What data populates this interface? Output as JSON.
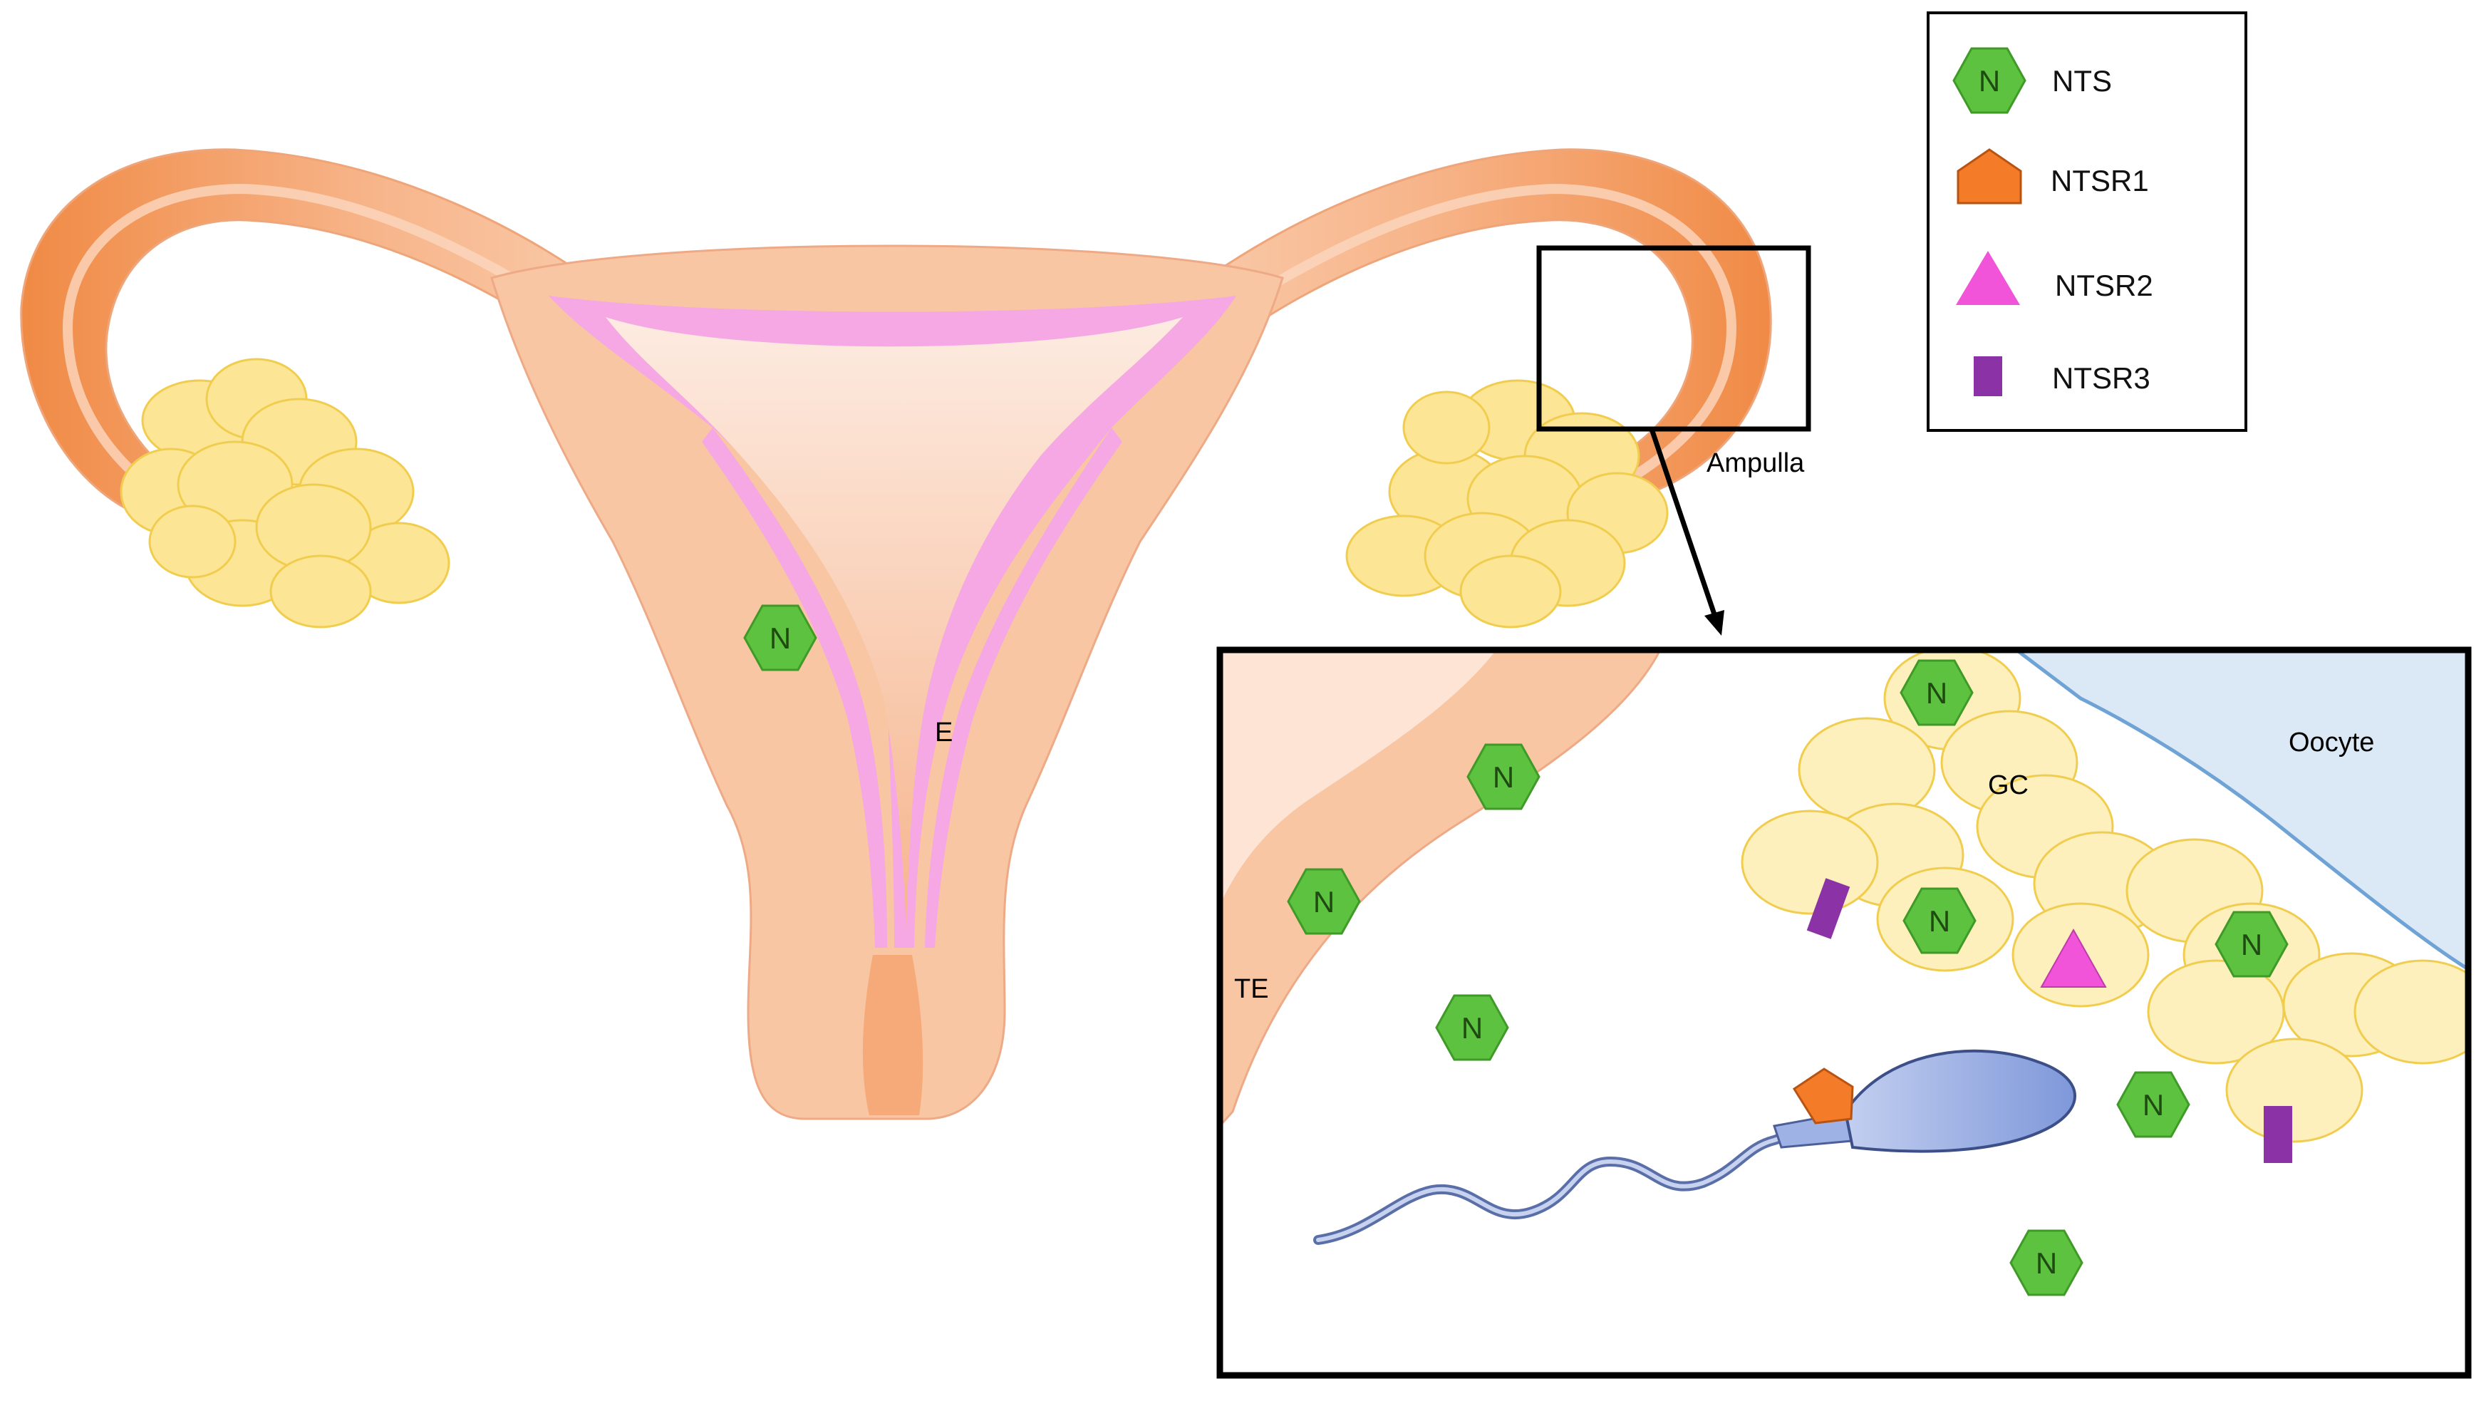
{
  "colors": {
    "uterus": "#f8c6a3",
    "uterus_edge": "#eeaa86",
    "tube": "#f6a572",
    "tube_dark": "#f08a45",
    "endometrium": "#f5a8e3",
    "cavity": "#fde6d9",
    "ovary": "#fde596",
    "ovary_edge": "#f1cd4f",
    "granulosa": "#fdf0bd",
    "oocyte": "#dbe9f7",
    "oocyte_edge": "#6fa3d6",
    "sperm": "#9fb2e6",
    "nts": "#5cc23f",
    "ntsr1": "#f47c28",
    "ntsr2": "#f254d9",
    "ntsr3": "#8a32a6"
  },
  "labels": {
    "ampulla": "Ampulla",
    "endometrium": "E",
    "tubal_epithelium": "TE",
    "granulosa_cells": "GC",
    "oocyte": "Oocyte"
  },
  "markers": {
    "nts_letter": "N"
  },
  "legend": {
    "items": [
      {
        "icon": "hexagon-icon",
        "label": "NTS",
        "color": "#5cc23f"
      },
      {
        "icon": "pentagon-icon",
        "label": "NTSR1",
        "color": "#f47c28"
      },
      {
        "icon": "triangle-icon",
        "label": "NTSR2",
        "color": "#f254d9"
      },
      {
        "icon": "rectangle-icon",
        "label": "NTSR3",
        "color": "#8a32a6"
      }
    ]
  }
}
